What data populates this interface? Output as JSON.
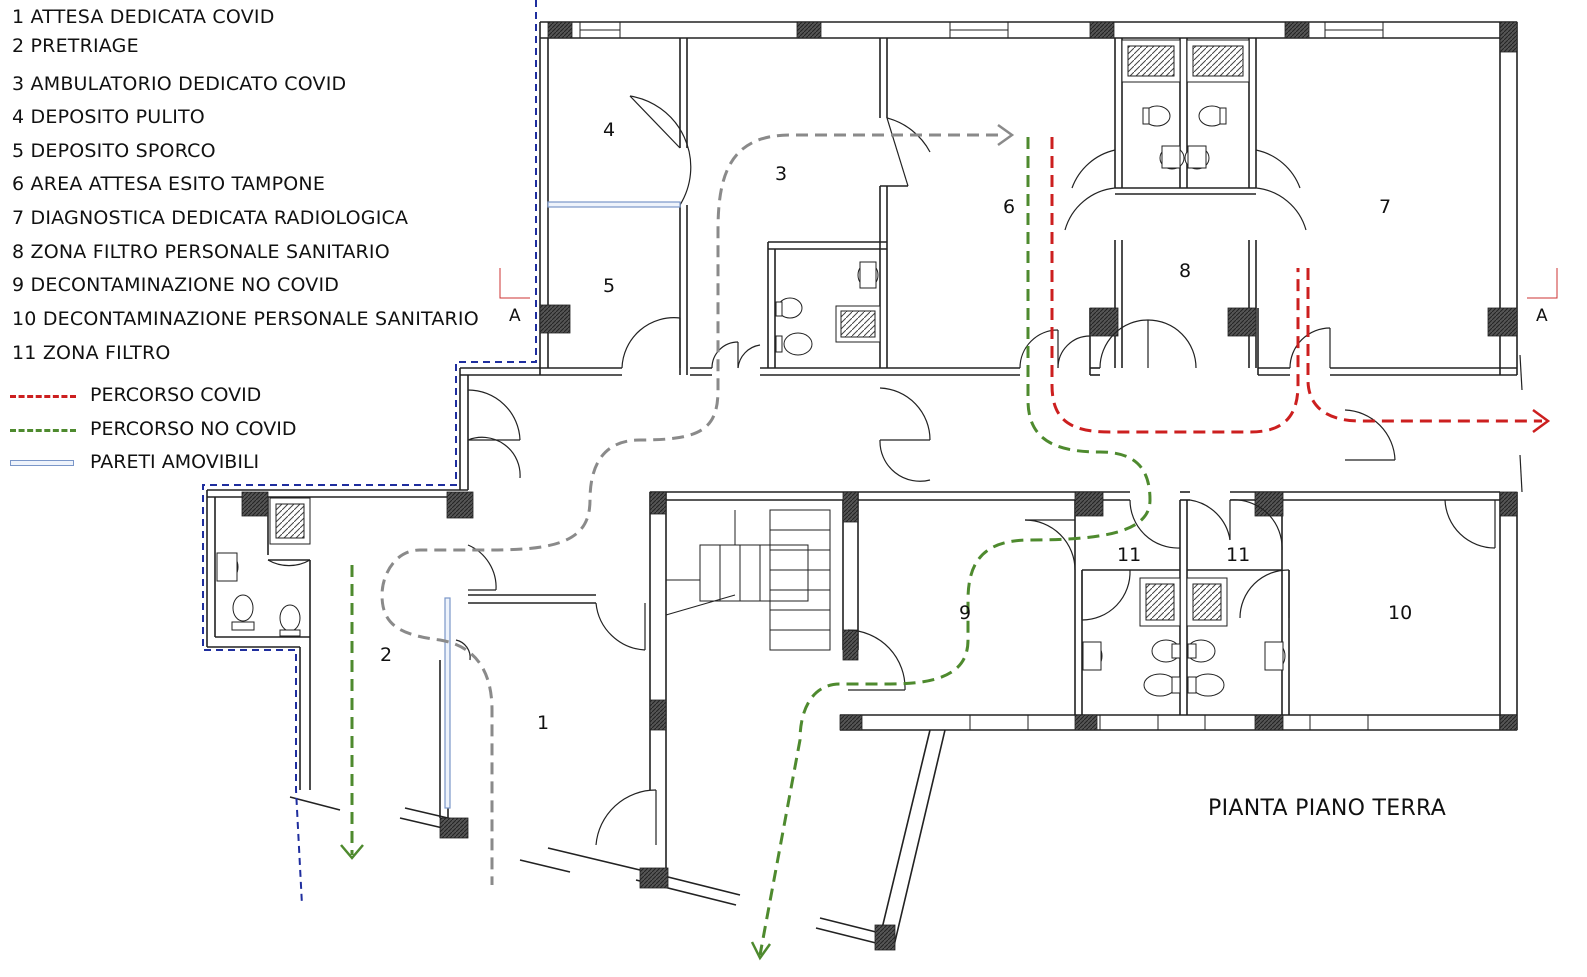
{
  "legend": {
    "items": [
      "1 ATTESA DEDICATA COVID",
      "2 PRETRIAGE",
      "3 AMBULATORIO DEDICATO COVID",
      "4 DEPOSITO PULITO",
      "5 DEPOSITO SPORCO",
      "6 AREA ATTESA ESITO TAMPONE",
      "7 DIAGNOSTICA DEDICATA RADIOLOGICA",
      "8 ZONA FILTRO PERSONALE SANITARIO",
      "9 DECONTAMINAZIONE NO COVID",
      "10 DECONTAMINAZIONE PERSONALE SANITARIO",
      "11 ZONA FILTRO"
    ],
    "paths": [
      {
        "label": "PERCORSO COVID",
        "color": "#cc1f1f"
      },
      {
        "label": "PERCORSO NO COVID",
        "color": "#4e8a2e"
      },
      {
        "label": "PARETI AMOVIBILI",
        "color": "#7a96c8"
      }
    ]
  },
  "rooms": [
    "1",
    "2",
    "3",
    "4",
    "5",
    "6",
    "7",
    "8",
    "9",
    "10",
    "11",
    "11"
  ],
  "section_marks": [
    "A",
    "A"
  ],
  "plan_title": "PIANTA PIANO TERRA",
  "colors": {
    "covid_path": "#cc1f1f",
    "no_covid_path": "#4e8a2e",
    "grey_path": "#8a8a8a",
    "blue_boundary": "#1f2e9e",
    "movable_wall": "#7a96c8",
    "wall": "#222222"
  }
}
